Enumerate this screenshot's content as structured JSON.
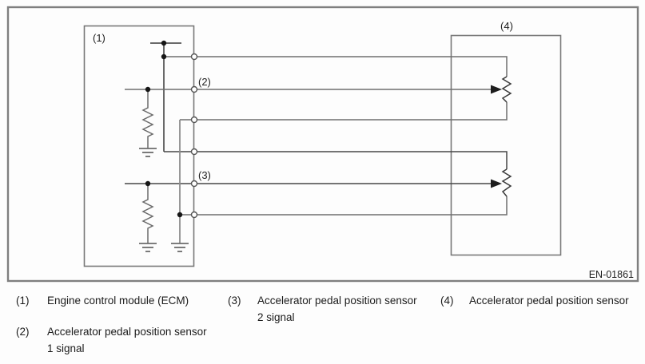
{
  "diagram": {
    "label_1": "(1)",
    "label_2": "(2)",
    "label_3": "(3)",
    "label_4": "(4)",
    "figure_id": "EN-01861"
  },
  "legend": {
    "items": [
      {
        "num": "(1)",
        "text": "Engine control module (ECM)"
      },
      {
        "num": "(2)",
        "text": "Accelerator pedal position sensor\n1 signal"
      },
      {
        "num": "(3)",
        "text": "Accelerator pedal position sensor\n2 signal"
      },
      {
        "num": "(4)",
        "text": "Accelerator pedal position sensor"
      }
    ]
  }
}
